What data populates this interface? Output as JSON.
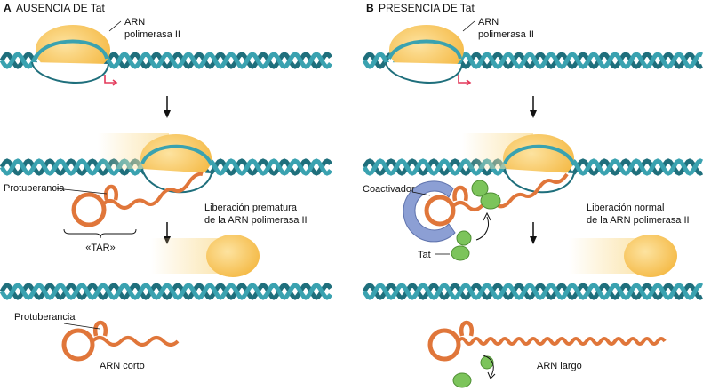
{
  "panel_a": {
    "letter": "A",
    "title": "AUSENCIA DE Tat",
    "polymerase_label_line1": "ARN",
    "polymerase_label_line2": "polimerasa II",
    "bulge_label_mid": "Protuberancia",
    "tar_label": "«TAR»",
    "release_line1": "Liberación prematura",
    "release_line2": "de la ARN polimerasa II",
    "bulge_label_bottom": "Protuberancia",
    "product_label": "ARN corto"
  },
  "panel_b": {
    "letter": "B",
    "title": "PRESENCIA DE Tat",
    "polymerase_label_line1": "ARN",
    "polymerase_label_line2": "polimerasa II",
    "coactivator_label": "Coactivador",
    "tat_label": "Tat",
    "release_line1": "Liberación normal",
    "release_line2": "de la ARN polimerasa II",
    "product_label": "ARN largo"
  },
  "colors": {
    "dna_strand": "#3aa2b0",
    "dna_strand_dark": "#1f6f7c",
    "polymerase": "#f7c35c",
    "rna": "#e0763a",
    "coactivator": "#8c9fd4",
    "tat": "#7cc45b",
    "promoter_arrow": "#e3395a"
  }
}
